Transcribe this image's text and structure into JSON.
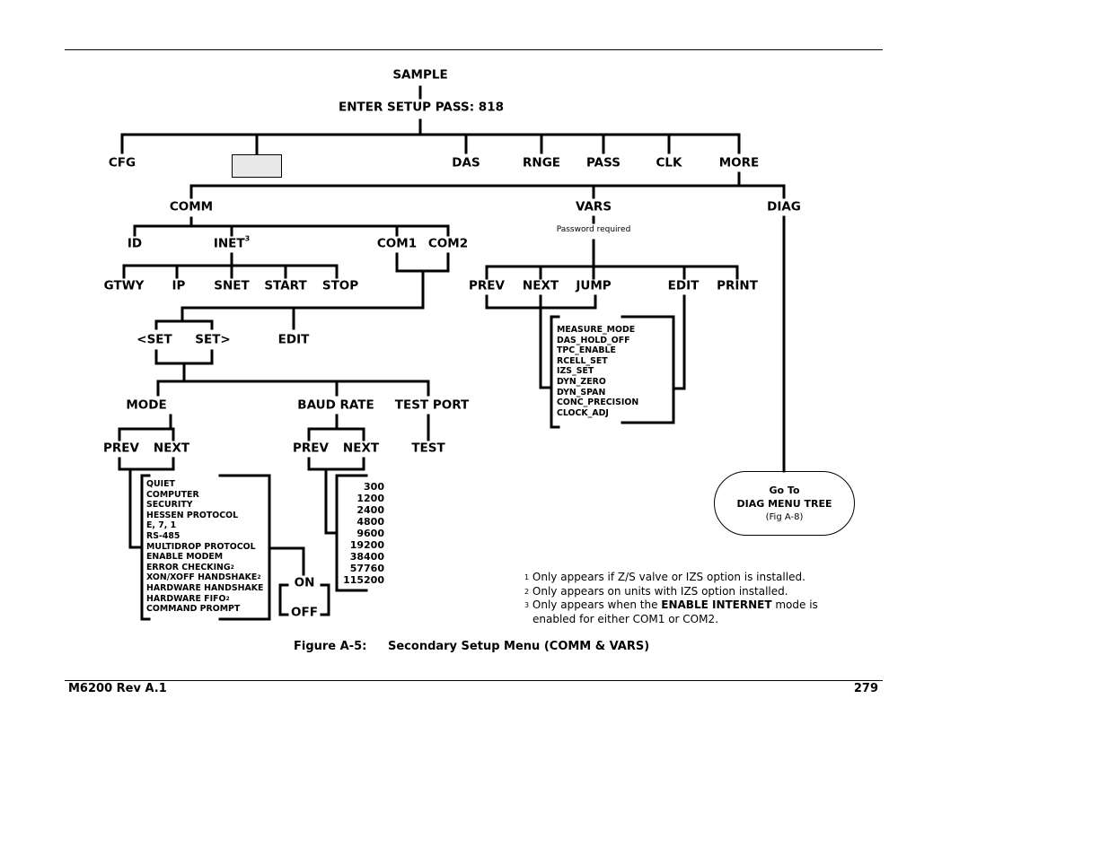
{
  "root": {
    "sample": "SAMPLE",
    "setup_pass": "ENTER SETUP PASS: 818"
  },
  "level1": {
    "cfg": "CFG",
    "das": "DAS",
    "rnge": "RNGE",
    "pass": "PASS",
    "clk": "CLK",
    "more": "MORE"
  },
  "more": {
    "comm": "COMM",
    "vars": "VARS",
    "diag": "DIAG"
  },
  "comm": {
    "id": "ID",
    "inet": "INET",
    "inet_sup": "3",
    "com1": "COM1",
    "com2": "COM2"
  },
  "inet": {
    "gtwy": "GTWY",
    "ip": "IP",
    "snet": "SNET",
    "start": "START",
    "stop": "STOP"
  },
  "com": {
    "set_prev": "<SET",
    "set_next": "SET>",
    "edit": "EDIT",
    "mode": "MODE",
    "baud_rate": "BAUD RATE",
    "test_port": "TEST PORT",
    "prev": "PREV",
    "next": "NEXT",
    "test": "TEST",
    "on": "ON",
    "off": "OFF"
  },
  "modes": [
    {
      "label": "QUIET"
    },
    {
      "label": "COMPUTER"
    },
    {
      "label": "SECURITY"
    },
    {
      "label": "HESSEN PROTOCOL"
    },
    {
      "label": "E, 7, 1"
    },
    {
      "label": "RS-485"
    },
    {
      "label": "MULTIDROP PROTOCOL"
    },
    {
      "label": "ENABLE MODEM"
    },
    {
      "label": "ERROR CHECKING",
      "sup": "2"
    },
    {
      "label": "XON/XOFF HANDSHAKE",
      "sup": "2"
    },
    {
      "label": "HARDWARE HANDSHAKE"
    },
    {
      "label": "HARDWARE FIFO",
      "sup": "2"
    },
    {
      "label": "COMMAND PROMPT"
    }
  ],
  "baud_rates": [
    "300",
    "1200",
    "2400",
    "4800",
    "9600",
    "19200",
    "38400",
    "57760",
    "115200"
  ],
  "vars": {
    "password_note": "Password required",
    "prev": "PREV",
    "next": "NEXT",
    "jump": "JUMP",
    "edit": "EDIT",
    "print": "PRINT",
    "items": [
      "MEASURE_MODE",
      "DAS_HOLD_OFF",
      "TPC_ENABLE",
      "RCELL_SET",
      "IZS_SET",
      "DYN_ZERO",
      "DYN_SPAN",
      "CONC_PRECISION",
      "CLOCK_ADJ"
    ]
  },
  "diag_box": {
    "line1": "Go To",
    "line2": "DIAG MENU TREE",
    "line3": "(Fig A-8)"
  },
  "footnotes": {
    "n1": "1",
    "t1": "Only appears if Z/S valve or IZS option is installed.",
    "n2": "2",
    "t2": "Only appears on units with IZS option  installed.",
    "n3": "3",
    "t3a": "Only appears when the ",
    "t3b": "ENABLE INTERNET",
    "t3c": " mode is",
    "t3d": "enabled for either COM1 or COM2."
  },
  "caption": {
    "number": "Figure A-5:",
    "title": "Secondary Setup Menu (COMM & VARS)"
  },
  "footer": {
    "doc": "M6200 Rev A.1",
    "page": "279"
  }
}
